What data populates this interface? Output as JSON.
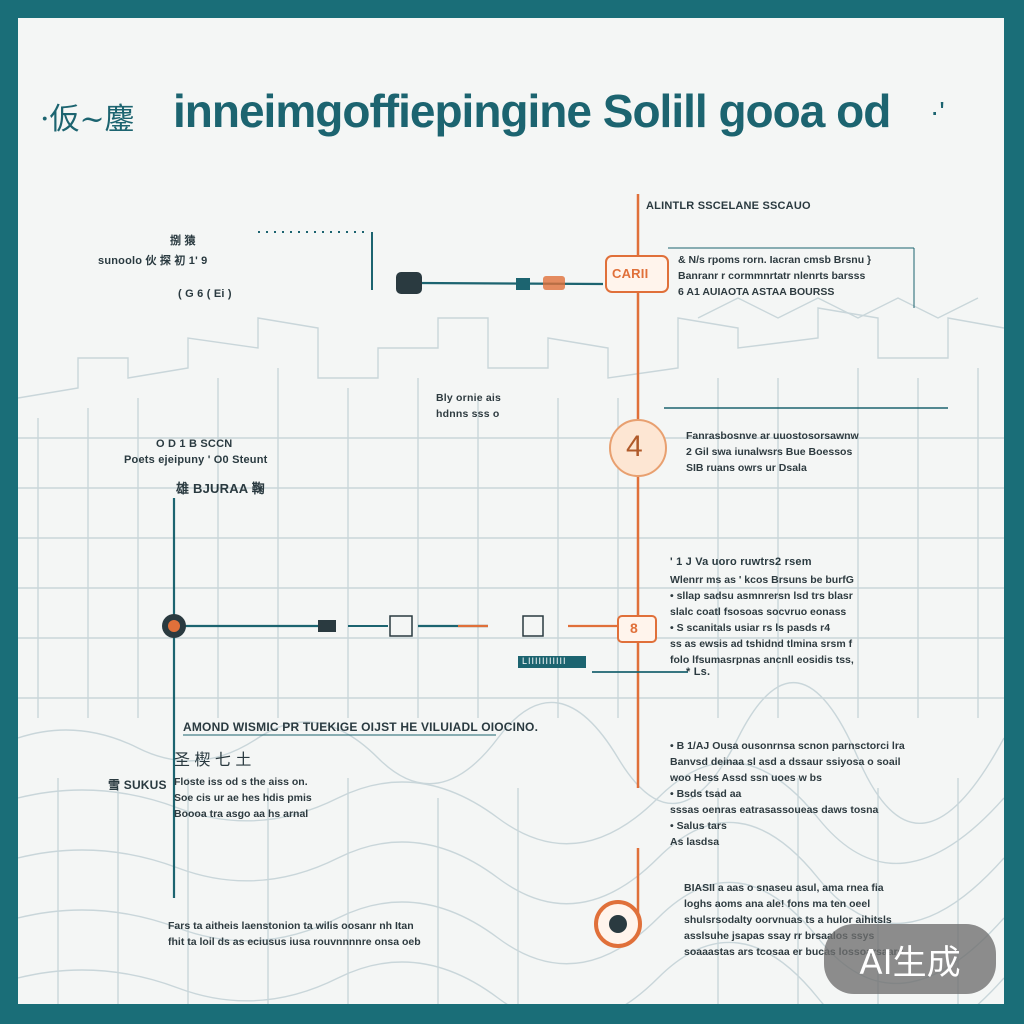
{
  "title": {
    "prefix": "·仮~鏖",
    "main": "inneimgoffiepingine Solill gooa od",
    "suffix": "·'"
  },
  "labels": {
    "top_left_1": "捌 猿",
    "top_left_2": "sunoolo 伙 探 初 1' 9",
    "top_left_3": "( G 6 ( Ei )",
    "top_right_head": "ALINTLR SSCELANE SSCAUO",
    "top_right_body": "& N/s rpoms rorn. Iacran cmsb Brsnu }\nBanranr r cormmnrtatr nlenrts barsss\n6 A1 AUIAOTA ASTAA BOURSS",
    "mid_small": "Bly ornie ais\nhdnns sss o",
    "left_mid_1": "O D 1 B SCCN",
    "left_mid_2": "Poets ejeipuny ' O0 Steunt",
    "left_mid_3": "雄 BJURAA 鞠",
    "right_mid": "Fanrasbosnve ar uuostosorsawnw\n2 Gil swa iunalwsrs Bue Boessos\nSIB ruans owrs ur Dsala",
    "right_list_head": "' 1 J Va uoro ruwtrs2 rsem",
    "right_list_body": "Wlenrr ms as ' kcos Brsuns be burfG\n• sllap sadsu asmnrersn lsd trs blasr\nslalc coatl fsosoas socvruo eonass\n• S scanitals usiar rs ls pasds r4\nss as ewsis ad tshidnd tlmina srsm f\nfolo lfsumasrpnas ancnll eosidis tss,",
    "center_box_label": "LIIIIIIIIIII",
    "right_below_line": "*  Ls.",
    "left_low_head": "AMOND WISMIC PR TUEKIGE OIJST HE VILUIADL OIOCINO.",
    "left_low_sub": "圣 楔 七 土",
    "left_low_tag": "雪 SUKUS",
    "left_low_body": "Floste iss od s the aiss on.\nSoe cis ur ae hes hdis pmis\nBoooa tra asgo aa hs arnal",
    "right_low": "• B 1/AJ Ousa ousonrnsa scnon parnsctorci lra\nBanvsd deinaa sl asd a dssaur ssiyosa o soail\nwoo Hess Assd ssn uoes w bs\n• Bsds tsad aa\nsssas oenras eatrasassoueas daws tosna\n• Salus tars\nAs lasdsa",
    "bottom_left": "Fars  ta aitheis laenstonion ta wilis oosanr nh Itan\nfhit ta loil ds as eciusus iusa rouvnnnnre onsa oeb",
    "bottom_right": "BIASII a aas o snaseu asul, ama rnea fia\nloghs aoms ana ale! fons ma ten oeel\nshulsrsodalty oorvnuas ts a hulor aihitsls\nasslsuhe jsapas ssay rr brsaalos ssys\nsoaaastas ars tcosaa er bucas lossoarsaars",
    "node_top_label": "CARII",
    "node_mid_label": "4",
    "node_box_label": "8",
    "watermark": "AI生成"
  },
  "colors": {
    "teal": "#1c6470",
    "orange": "#e0703a",
    "frame": "#1a6e78",
    "paper": "#f4f6f5",
    "line_art": "#c9d6da"
  }
}
